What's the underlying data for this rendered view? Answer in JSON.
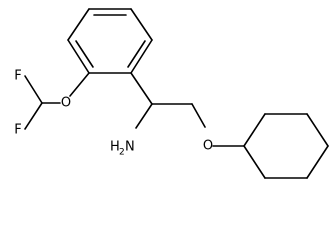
{
  "structure": {
    "labels": {
      "fluorine_top": "F",
      "fluorine_bottom": "F",
      "ether_oxygen_aryl": "O",
      "ether_oxygen_alkyl": "O",
      "amine_main": "H",
      "amine_sub": "2",
      "amine_n": "N"
    }
  },
  "colors": {
    "bond": "#000000",
    "label": "#000000",
    "background": "#ffffff"
  }
}
